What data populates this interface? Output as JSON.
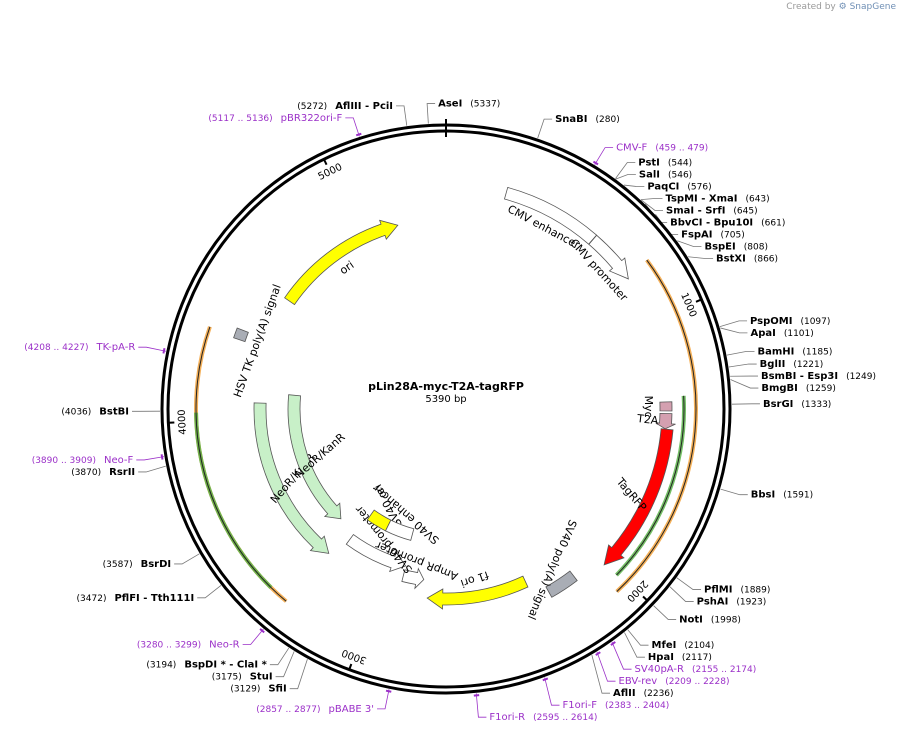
{
  "credit": {
    "text": "Created by",
    "brand": "SnapGene"
  },
  "plasmid": {
    "name": "pLin28A-myc-T2A-tagRFP",
    "size": "5390 bp",
    "length": 5390
  },
  "ticks": [
    {
      "pos": 1000,
      "label": "1000"
    },
    {
      "pos": 2000,
      "label": "2000"
    },
    {
      "pos": 3000,
      "label": "3000"
    },
    {
      "pos": 4000,
      "label": "4000"
    },
    {
      "pos": 5000,
      "label": "5000"
    }
  ],
  "enzymes": [
    {
      "id": "afliii-pcii",
      "name": "AflIII  - PciI",
      "pos_text": "(5272)",
      "pos": 5272,
      "num_first": true
    },
    {
      "id": "asei",
      "name": "AseI",
      "pos_text": "(5337)",
      "pos": 5337
    },
    {
      "id": "snabi",
      "name": "SnaBI",
      "pos_text": "(280)",
      "pos": 280
    },
    {
      "id": "psti",
      "name": "PstI",
      "pos_text": "(544)",
      "pos": 544
    },
    {
      "id": "sali",
      "name": "SalI",
      "pos_text": "(546)",
      "pos": 546
    },
    {
      "id": "paqci",
      "name": "PaqCI",
      "pos_text": "(576)",
      "pos": 576
    },
    {
      "id": "tspmi-xmai",
      "name": "TspMI  - XmaI",
      "pos_text": "(643)",
      "pos": 643
    },
    {
      "id": "smai-srfi",
      "name": "SmaI  - SrfI",
      "pos_text": "(645)",
      "pos": 645
    },
    {
      "id": "bbvci-bpu10i",
      "name": "BbvCI  - Bpu10I",
      "pos_text": "(661)",
      "pos": 661
    },
    {
      "id": "fspai",
      "name": "FspAI",
      "pos_text": "(705)",
      "pos": 705
    },
    {
      "id": "bspei",
      "name": "BspEI",
      "pos_text": "(808)",
      "pos": 808
    },
    {
      "id": "bstxi",
      "name": "BstXI",
      "pos_text": "(866)",
      "pos": 866
    },
    {
      "id": "pspomi",
      "name": "PspOMI",
      "pos_text": "(1097)",
      "pos": 1097
    },
    {
      "id": "apai",
      "name": "ApaI",
      "pos_text": "(1101)",
      "pos": 1101
    },
    {
      "id": "bamhi",
      "name": "BamHI",
      "pos_text": "(1185)",
      "pos": 1185
    },
    {
      "id": "bglii",
      "name": "BglII",
      "pos_text": "(1221)",
      "pos": 1221
    },
    {
      "id": "bsmbi-esp3i",
      "name": "BsmBI  - Esp3I",
      "pos_text": "(1249)",
      "pos": 1249
    },
    {
      "id": "bmgbi",
      "name": "BmgBI",
      "pos_text": "(1259)",
      "pos": 1259
    },
    {
      "id": "bsrgi",
      "name": "BsrGI",
      "pos_text": "(1333)",
      "pos": 1333
    },
    {
      "id": "bbsi",
      "name": "BbsI",
      "pos_text": "(1591)",
      "pos": 1591
    },
    {
      "id": "pflmi",
      "name": "PflMI",
      "pos_text": "(1889)",
      "pos": 1889
    },
    {
      "id": "pshai",
      "name": "PshAI",
      "pos_text": "(1923)",
      "pos": 1923
    },
    {
      "id": "noti",
      "name": "NotI",
      "pos_text": "(1998)",
      "pos": 1998
    },
    {
      "id": "mfei",
      "name": "MfeI",
      "pos_text": "(2104)",
      "pos": 2104
    },
    {
      "id": "hpai",
      "name": "HpaI",
      "pos_text": "(2117)",
      "pos": 2117
    },
    {
      "id": "aflii",
      "name": "AflII",
      "pos_text": "(2236)",
      "pos": 2236
    },
    {
      "id": "sfii",
      "name": "SfiI",
      "pos_text": "(3129)",
      "pos": 3129,
      "num_first": true
    },
    {
      "id": "stui",
      "name": "StuI",
      "pos_text": "(3175)",
      "pos": 3175,
      "num_first": true
    },
    {
      "id": "bspdi-clai",
      "name": "BspDI *  - ClaI *",
      "pos_text": "(3194)",
      "pos": 3194,
      "num_first": true
    },
    {
      "id": "pflfi-tth111i",
      "name": "PflFI  - Tth111I",
      "pos_text": "(3472)",
      "pos": 3472,
      "num_first": true
    },
    {
      "id": "bsrdi",
      "name": "BsrDI",
      "pos_text": "(3587)",
      "pos": 3587,
      "num_first": true
    },
    {
      "id": "rsrii",
      "name": "RsrII",
      "pos_text": "(3870)",
      "pos": 3870,
      "num_first": true
    },
    {
      "id": "bstbi",
      "name": "BstBI",
      "pos_text": "(4036)",
      "pos": 4036,
      "num_first": true
    }
  ],
  "primers": [
    {
      "id": "pbr322ori-f",
      "name": "pBR322ori-F",
      "pos_text": "(5117 .. 5136)",
      "pos": 5126,
      "num_first": true
    },
    {
      "id": "cmv-f",
      "name": "CMV-F",
      "pos_text": "(459 .. 479)",
      "pos": 469
    },
    {
      "id": "sv40pa-r",
      "name": "SV40pA-R",
      "pos_text": "(2155 .. 2174)",
      "pos": 2164
    },
    {
      "id": "ebv-rev",
      "name": "EBV-rev",
      "pos_text": "(2209 .. 2228)",
      "pos": 2218
    },
    {
      "id": "f1ori-f",
      "name": "F1ori-F",
      "pos_text": "(2383 .. 2404)",
      "pos": 2393
    },
    {
      "id": "f1ori-r",
      "name": "F1ori-R",
      "pos_text": "(2595 .. 2614)",
      "pos": 2604
    },
    {
      "id": "pbabe-3",
      "name": "pBABE 3'",
      "pos_text": "(2857 .. 2877)",
      "pos": 2867,
      "num_first": true
    },
    {
      "id": "neo-r",
      "name": "Neo-R",
      "pos_text": "(3280 .. 3299)",
      "pos": 3289,
      "num_first": true
    },
    {
      "id": "neo-f",
      "name": "Neo-F",
      "pos_text": "(3890 .. 3909)",
      "pos": 3899,
      "num_first": true
    },
    {
      "id": "tk-pa-r",
      "name": "TK-pA-R",
      "pos_text": "(4208 .. 4227)",
      "pos": 4217,
      "num_first": true
    }
  ],
  "features": [
    {
      "id": "cmv-enhancer",
      "label": "CMV enhancer",
      "start": 233,
      "end": 612,
      "color": "#ffffff",
      "direction": "none"
    },
    {
      "id": "cmv-promoter",
      "label": "CMV promoter",
      "start": 613,
      "end": 816,
      "color": "#ffffff",
      "direction": "cw"
    },
    {
      "id": "myc",
      "label": "Myc",
      "start": 1320,
      "end": 1355,
      "color": "#d4a0b0",
      "direction": "none"
    },
    {
      "id": "t2a",
      "label": "T2A",
      "start": 1365,
      "end": 1425,
      "color": "#d4a0b0",
      "direction": "cw"
    },
    {
      "id": "tagrfp",
      "label": "TagRFP",
      "start": 1426,
      "end": 2015,
      "color": "#ff0000",
      "direction": "cw"
    },
    {
      "id": "sv40-polya",
      "label": "SV40 poly(A) signal",
      "start": 2135,
      "end": 2256,
      "color": "#a9adb5",
      "direction": "none"
    },
    {
      "id": "f1-ori",
      "label": "f1 ori",
      "start": 2325,
      "end": 2780,
      "color": "#ffff00",
      "direction": "cw"
    },
    {
      "id": "ampr-promoter",
      "label": "AmpR promoter",
      "start": 2806,
      "end": 2910,
      "color": "#ffffff",
      "direction": "ccw"
    },
    {
      "id": "sv40-promoter",
      "label": "SV40 promoter",
      "start": 2911,
      "end": 3240,
      "color": "#ffffff",
      "direction": "ccw"
    },
    {
      "id": "sv40-ori",
      "label": "SV40 ori",
      "start": 3090,
      "end": 3225,
      "color": "#ffff00",
      "direction": "none"
    },
    {
      "id": "sv40-enhancer",
      "label": "SV40 enhancer",
      "start": 2920,
      "end": 3090,
      "color": "#ffffff",
      "direction": "none"
    },
    {
      "id": "neor-kanr-inner",
      "label": "NeoR/KanR",
      "start": 3280,
      "end": 4070,
      "color": "#c8f0c8",
      "direction": "ccw"
    },
    {
      "id": "neor-kanr-mid",
      "label": "NeoR/KanR",
      "start": 3350,
      "end": 4120,
      "color": "#c8f0c8",
      "direction": "ccw"
    },
    {
      "id": "hsv-tk-polya",
      "label": "HSV TK poly(A) signal",
      "start": 4320,
      "end": 4360,
      "color": "#a9adb5",
      "direction": "none"
    },
    {
      "id": "ori",
      "label": "ori",
      "start": 4560,
      "end": 5170,
      "color": "#ffff00",
      "direction": "cw"
    }
  ],
  "orfs": [
    {
      "id": "orf-right-orange",
      "start": 800,
      "end": 2050,
      "color": "#f2a23c",
      "direction": "cw"
    },
    {
      "id": "orf-right-green",
      "start": 1300,
      "end": 2010,
      "color": "#5bb34a",
      "direction": "ccw"
    },
    {
      "id": "orf-left-orange",
      "start": 3290,
      "end": 4330,
      "color": "#f2a23c",
      "direction": "cw"
    },
    {
      "id": "orf-left-green",
      "start": 3360,
      "end": 4030,
      "color": "#5bb34a",
      "direction": "cw"
    }
  ]
}
